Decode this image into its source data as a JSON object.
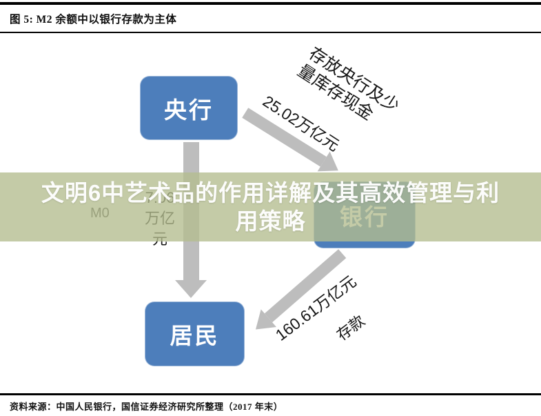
{
  "header": {
    "title": "图 5:  M2 余额中以银行存款为主体"
  },
  "footer": {
    "label": "资料来源：",
    "text": "中国人民银行，国信证券经济研究所整理（2017 年末）"
  },
  "diagram": {
    "nodes": {
      "central_bank": "央行",
      "bank": "银行",
      "residents": "居民"
    },
    "labels": {
      "reserve_note": "存放央行及少量库存现金",
      "reserve_amount": "25.02万亿元",
      "m0": "M0",
      "m0_amount": "7.06万亿元",
      "deposit_amount": "160.61万亿元",
      "deposit_note": "存款"
    },
    "colors": {
      "node_fill": "#4d7ebb",
      "arrow": "#bdbdbd",
      "overlay_band": "rgba(180,188,142,0.78)"
    }
  },
  "overlay": {
    "lines": [
      "文明6中艺术品的作用详解及其高效管理与利",
      "用策略"
    ],
    "text_color": "#ffffff"
  }
}
